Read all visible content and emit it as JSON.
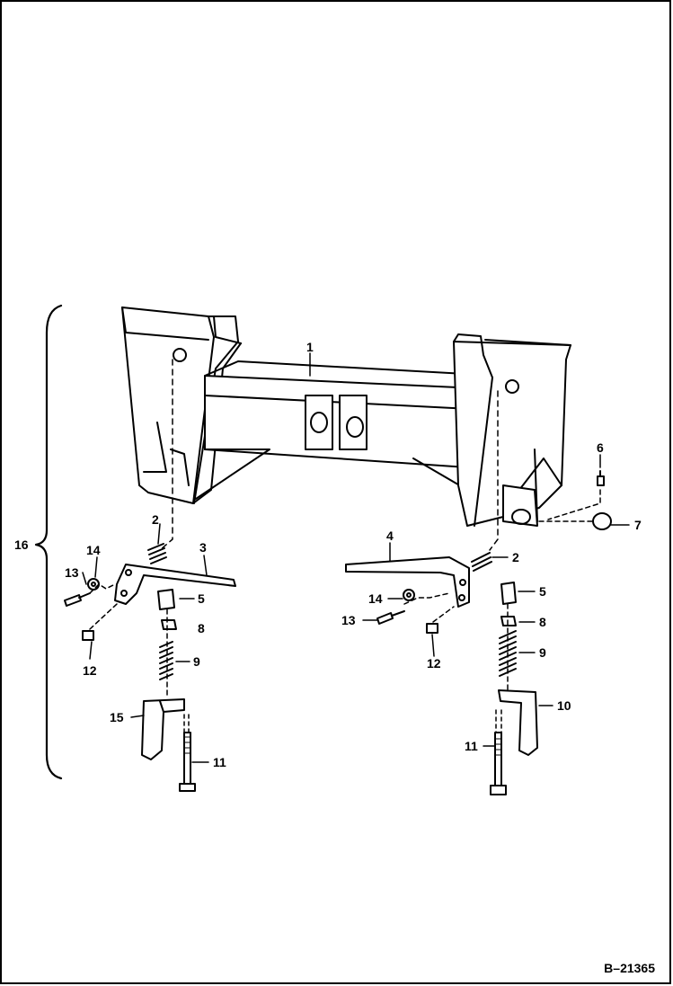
{
  "figure_ref": "B–21365",
  "callouts": {
    "c1": "1",
    "c2a": "2",
    "c2b": "2",
    "c3": "3",
    "c4": "4",
    "c5a": "5",
    "c5b": "5",
    "c6": "6",
    "c7": "7",
    "c8a": "8",
    "c8b": "8",
    "c9a": "9",
    "c9b": "9",
    "c10": "10",
    "c11a": "11",
    "c11b": "11",
    "c12a": "12",
    "c12b": "12",
    "c13a": "13",
    "c13b": "13",
    "c14a": "14",
    "c14b": "14",
    "c15": "15",
    "c16": "16"
  }
}
